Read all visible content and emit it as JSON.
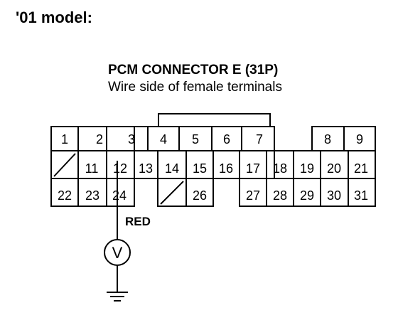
{
  "header": {
    "title": "'01 model:"
  },
  "connector": {
    "name": "PCM CONNECTOR E (31P)",
    "subtitle": "Wire side of female terminals",
    "pins": [
      "1",
      "2",
      "3",
      "4",
      "5",
      "6",
      "7",
      "8",
      "9",
      "11",
      "12",
      "13",
      "14",
      "15",
      "16",
      "17",
      "18",
      "19",
      "20",
      "21",
      "22",
      "23",
      "24",
      "26",
      "27",
      "28",
      "29",
      "30",
      "31"
    ]
  },
  "probe": {
    "wire_color": "RED",
    "meter": "V"
  }
}
